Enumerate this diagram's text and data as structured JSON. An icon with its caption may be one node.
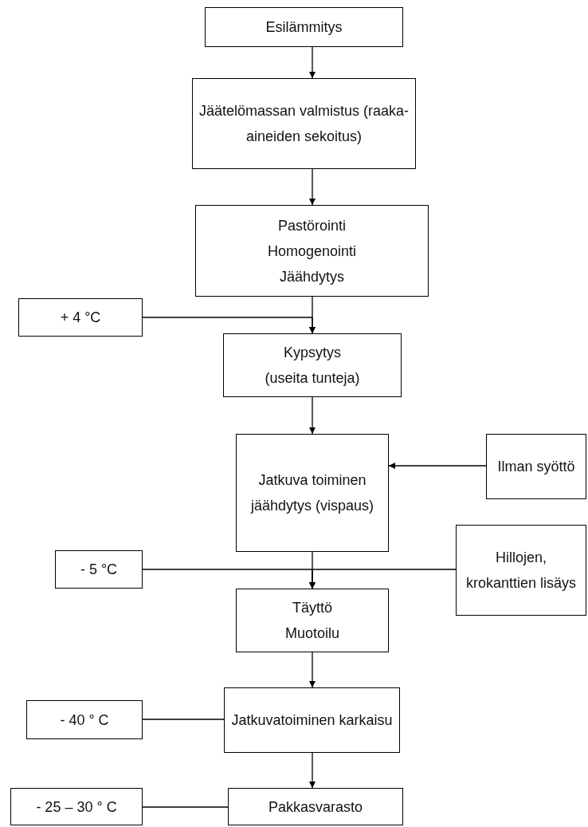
{
  "diagram": {
    "nodes": [
      {
        "text": [
          "Esilämmitys"
        ]
      },
      {
        "text": [
          "Jäätelömassan valmistus (raaka-aineiden sekoitus)"
        ]
      },
      {
        "text": [
          "Pastörointi",
          "Homogenointi",
          "Jäähdytys"
        ]
      },
      {
        "text": [
          "+ 4 °C"
        ]
      },
      {
        "text": [
          "Kypsytys",
          "(useita tunteja)"
        ]
      },
      {
        "text": [
          "Jatkuva toiminen jäähdytys (vispaus)"
        ]
      },
      {
        "text": [
          "Ilman syöttö"
        ]
      },
      {
        "text": [
          "- 5 °C"
        ]
      },
      {
        "text": [
          "Hillojen, krokanttien lisäys"
        ]
      },
      {
        "text": [
          "Täyttö",
          "Muotoilu"
        ]
      },
      {
        "text": [
          "Jatkuvatoiminen karkaisu"
        ]
      },
      {
        "text": [
          "- 40 ° C"
        ]
      },
      {
        "text": [
          "- 25 – 30 ° C"
        ]
      },
      {
        "text": [
          "Pakkasvarasto"
        ]
      }
    ],
    "edges": [
      {
        "from": 0,
        "to": 1,
        "arrow": "to"
      },
      {
        "from": 1,
        "to": 2,
        "arrow": "to"
      },
      {
        "from": 2,
        "to": 4,
        "arrow": "to"
      },
      {
        "from": 3,
        "to": 4,
        "arrow": "to"
      },
      {
        "from": 4,
        "to": 5,
        "arrow": "to"
      },
      {
        "from": 6,
        "to": 5,
        "arrow": "to"
      },
      {
        "from": 5,
        "to": 9,
        "arrow": "to"
      },
      {
        "from": 7,
        "to": 9,
        "arrow": "to"
      },
      {
        "from": 8,
        "to": 9,
        "arrow": "to"
      },
      {
        "from": 9,
        "to": 10,
        "arrow": "to"
      },
      {
        "from": 11,
        "to": 10,
        "arrow": "none"
      },
      {
        "from": 10,
        "to": 13,
        "arrow": "to"
      },
      {
        "from": 12,
        "to": 13,
        "arrow": "none"
      }
    ]
  }
}
